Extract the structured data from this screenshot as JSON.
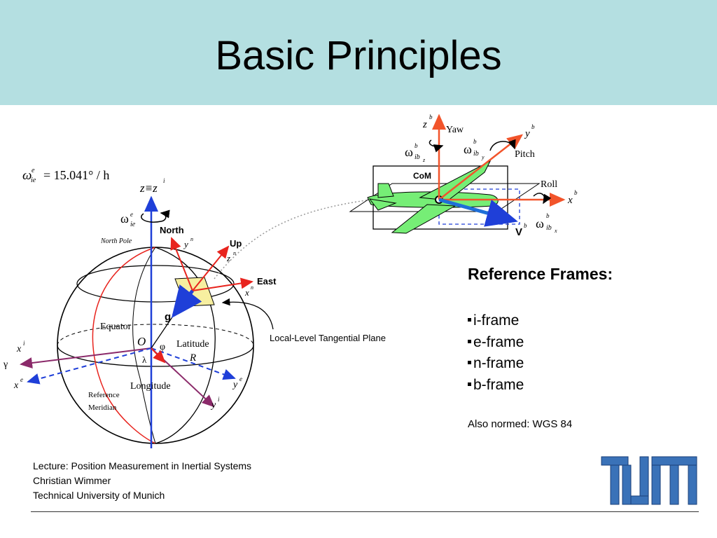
{
  "slide": {
    "title": "Basic Principles"
  },
  "reference_frames": {
    "heading": "Reference Frames:",
    "items": [
      "i-frame",
      "e-frame",
      "n-frame",
      "b-frame"
    ],
    "note": "Also normed: WGS 84"
  },
  "footer": {
    "lecture": "Lecture: Position Measurement in Inertial Systems",
    "author": "Christian Wimmer",
    "university": "Technical University of Munich"
  },
  "logo": {
    "text": "TUM",
    "color": "#3a72b8"
  },
  "diagram": {
    "formula_lhs": "ω",
    "formula_sup": "e",
    "formula_sub": "ie",
    "formula_rhs": "= 15.041° / h",
    "earth_labels": {
      "z_axis": "z≡z",
      "z_sup": "i",
      "omega": "ω",
      "omega_sup": "e",
      "omega_sub": "ie",
      "north": "North",
      "north_pole": "North  Pole",
      "up": "Up",
      "east": "East",
      "yn": "y",
      "zn": "z",
      "xn": "x",
      "n_sup": "n",
      "g": "g",
      "equator": "Equator",
      "origin": "O",
      "phi": "φ",
      "lambda": "λ",
      "latitude": "Latitude",
      "R": "R",
      "longitude": "Longitude",
      "reference_meridian_1": "Reference",
      "reference_meridian_2": "Meridian",
      "gamma": "γ",
      "xi": "x",
      "xi_sup": "i",
      "xe": "x",
      "xe_sup": "e",
      "ye": "y",
      "ye_sup": "e",
      "yi": "y",
      "yi_sup": "i",
      "plane_label": "Local-Level Tangential Plane"
    },
    "aircraft_labels": {
      "zb": "z",
      "b_sup": "b",
      "yaw": "Yaw",
      "omega_z": "ω",
      "omega_z_sub": "ib",
      "omega_z_subsub": "z",
      "omega_y": "ω",
      "omega_y_sub": "ib",
      "omega_y_subsub": "y",
      "pitch": "Pitch",
      "yb": "y",
      "com": "CoM",
      "roll": "Roll",
      "xb": "x",
      "vb": "V",
      "omega_x": "ω",
      "omega_x_sub": "ib",
      "omega_x_subsub": "x"
    }
  }
}
